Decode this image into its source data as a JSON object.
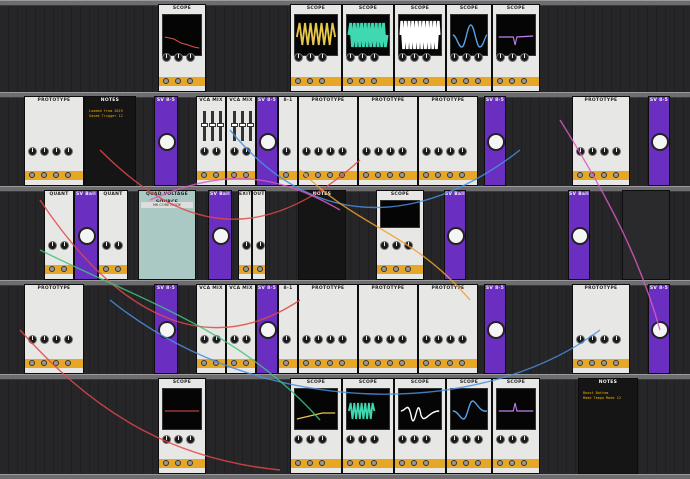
{
  "colors": {
    "panel_white": "#e7e7e5",
    "panel_purple": "#6a2fc0",
    "panel_black": "#151515",
    "jack_bar_yellow": "#e6a727",
    "lcd_text": "#f0b000",
    "cable_red": "#e04848",
    "cable_blue": "#4a8ee0",
    "cable_green": "#3ec27a",
    "cable_pink": "#d85ac0",
    "cable_orange": "#f0a030",
    "trace_teal": "#3fd8b0",
    "trace_yellow": "#e8c84a",
    "trace_blue": "#5aa0e8",
    "trace_purple": "#c080f0",
    "trace_red": "#e05050"
  },
  "modules": {
    "scope": "SCOPE",
    "notes": "NOTES",
    "prototype": "PROTOTYPE",
    "vca_mix": "VCA MIX",
    "sv_8": "SV 8-5",
    "sv_ball": "SV Ball",
    "quant": "QUANT",
    "cv_8": "8-1",
    "quad_voltage": "QUAD VOLTAGE SOURCE",
    "quad_voltage_sub": "MK CORE MODE",
    "exit": "EXIT",
    "out": "OUT"
  },
  "notes_texts": {
    "top": [
      "Loaded from 2019",
      "Saved Trigger 12"
    ],
    "bottom": [
      "Boost Bottom",
      "Made Tempo Mode 12"
    ]
  },
  "icons": [
    "knob-icon",
    "jack-icon",
    "fader-icon",
    "led-icon"
  ]
}
